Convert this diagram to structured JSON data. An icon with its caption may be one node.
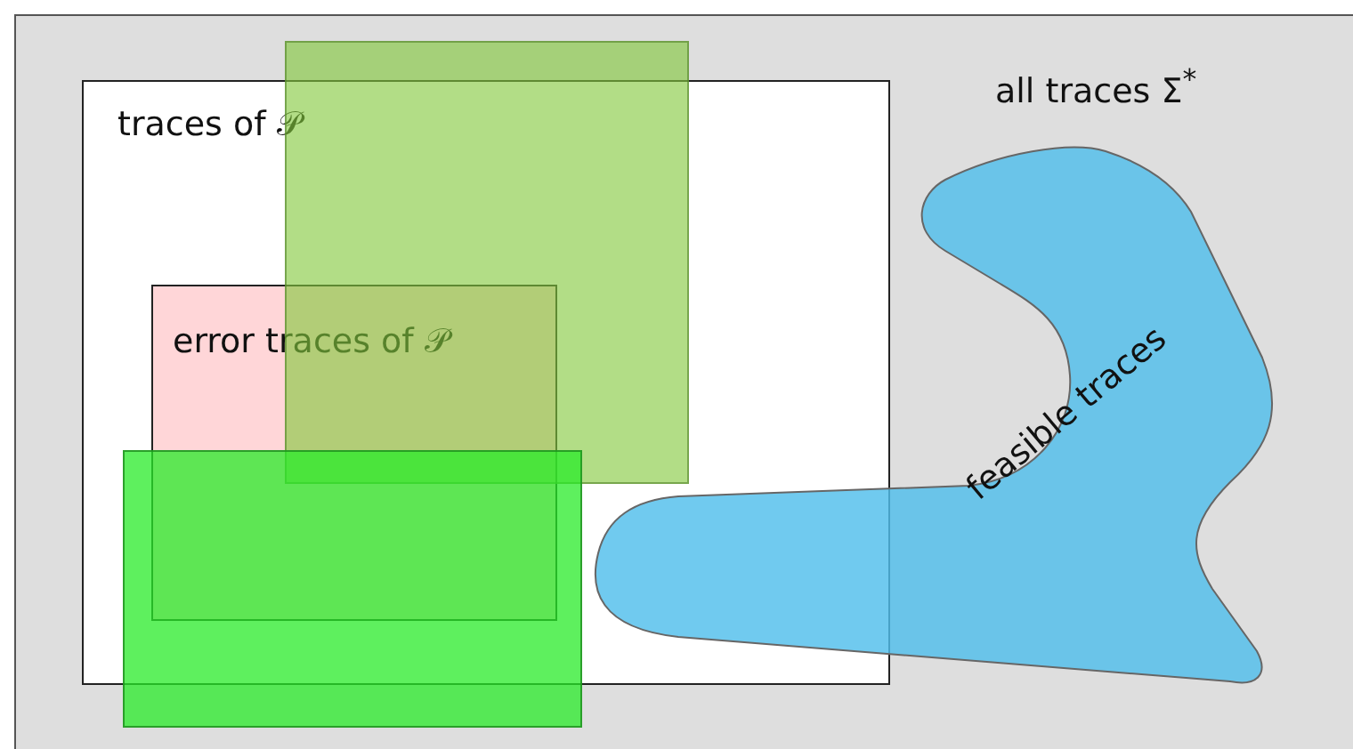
{
  "diagram": {
    "nodes": [
      {
        "text": [
          "all traces Σ$^{*}$"
        ]
      },
      {
        "text": [
          "traces of 𝒫"
        ],
        "in": 0
      },
      {
        "text": [],
        "shape": "box",
        "in": 0
      },
      {
        "text": [
          "error traces of 𝒫"
        ],
        "in": 1
      },
      {
        "text": [],
        "shape": "box",
        "in": 0
      },
      {
        "text": [
          "feasible traces"
        ],
        "in": 0
      }
    ]
  }
}
